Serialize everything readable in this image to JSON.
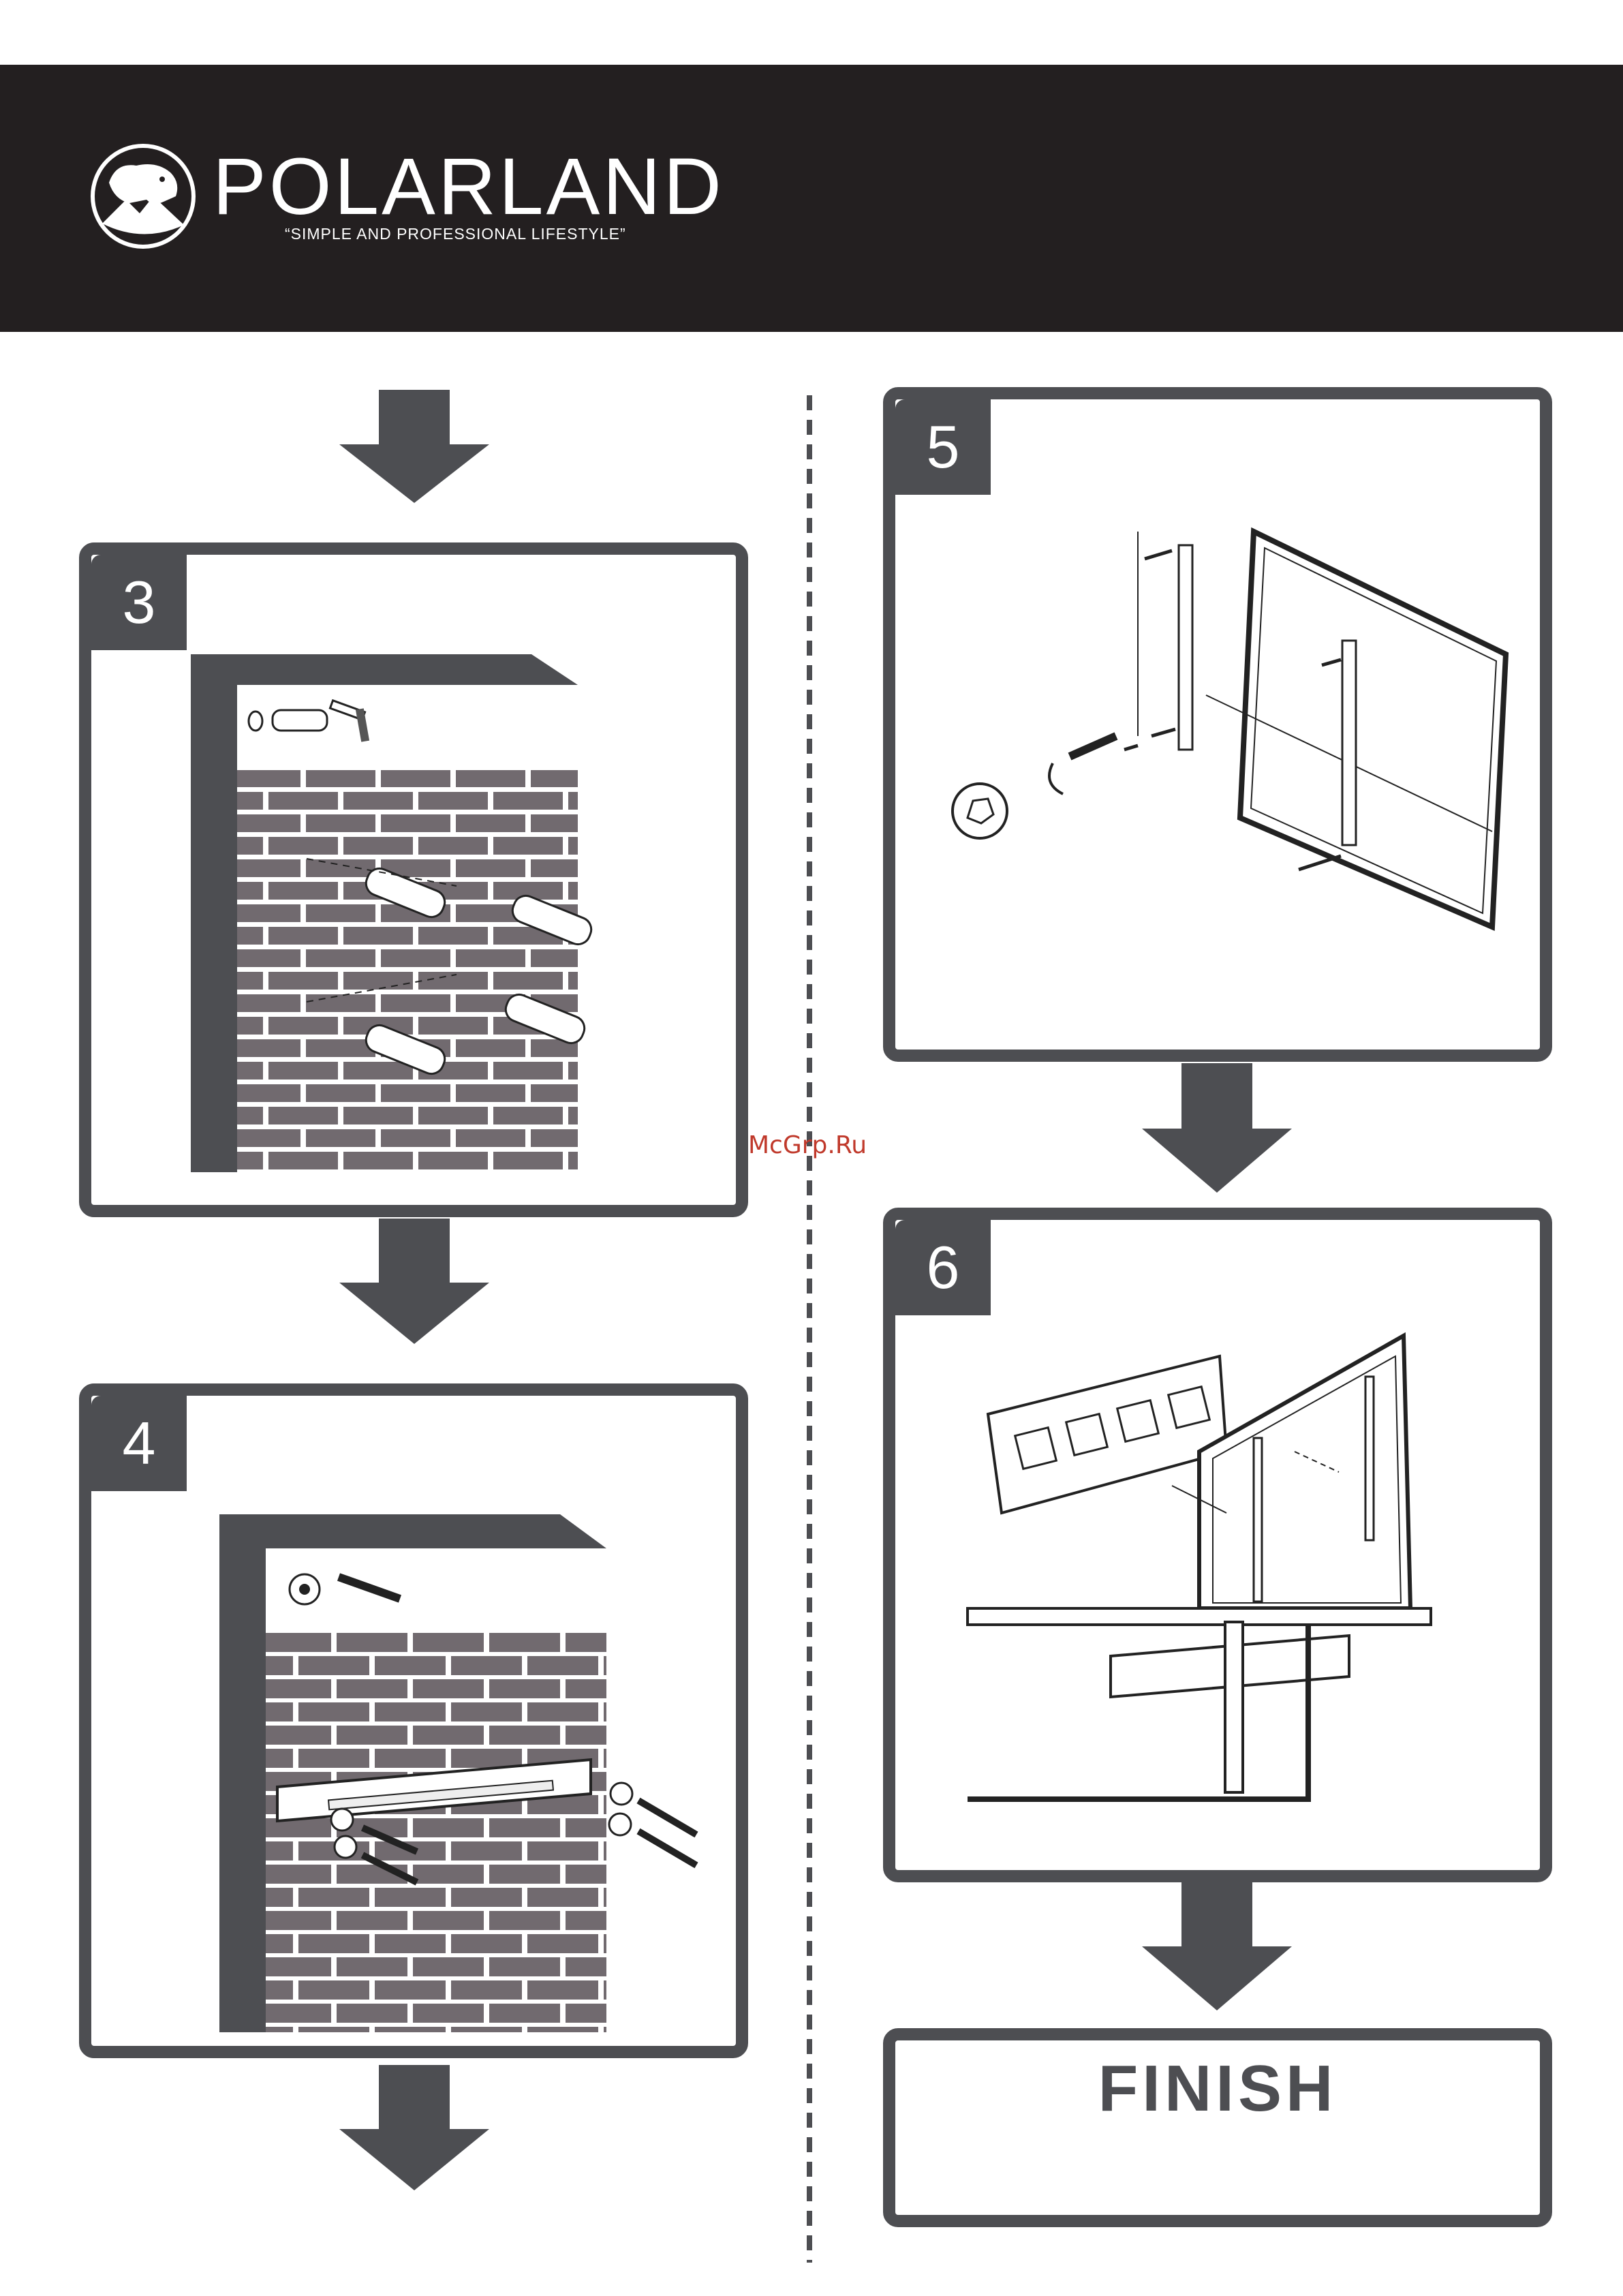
{
  "header": {
    "brand": "POLARLAND",
    "tagline": "“SIMPLE AND PROFESSIONAL LIFESTYLE”",
    "logo_icon": "polar-bear-mountain-logo"
  },
  "steps": [
    {
      "number": "3",
      "illustration": "drill-holes-insert-wall-anchors"
    },
    {
      "number": "4",
      "illustration": "fix-wall-plate-with-lag-bolts"
    },
    {
      "number": "5",
      "illustration": "attach-vertical-brackets-to-tv"
    },
    {
      "number": "6",
      "illustration": "hang-tv-on-wall-plate"
    }
  ],
  "finish_label": "FINISH",
  "watermark": "McGrp.Ru",
  "colors": {
    "header_bg": "#231f20",
    "panel_border": "#4d4e52",
    "brick": "#716a6f",
    "watermark": "#c0392b"
  }
}
